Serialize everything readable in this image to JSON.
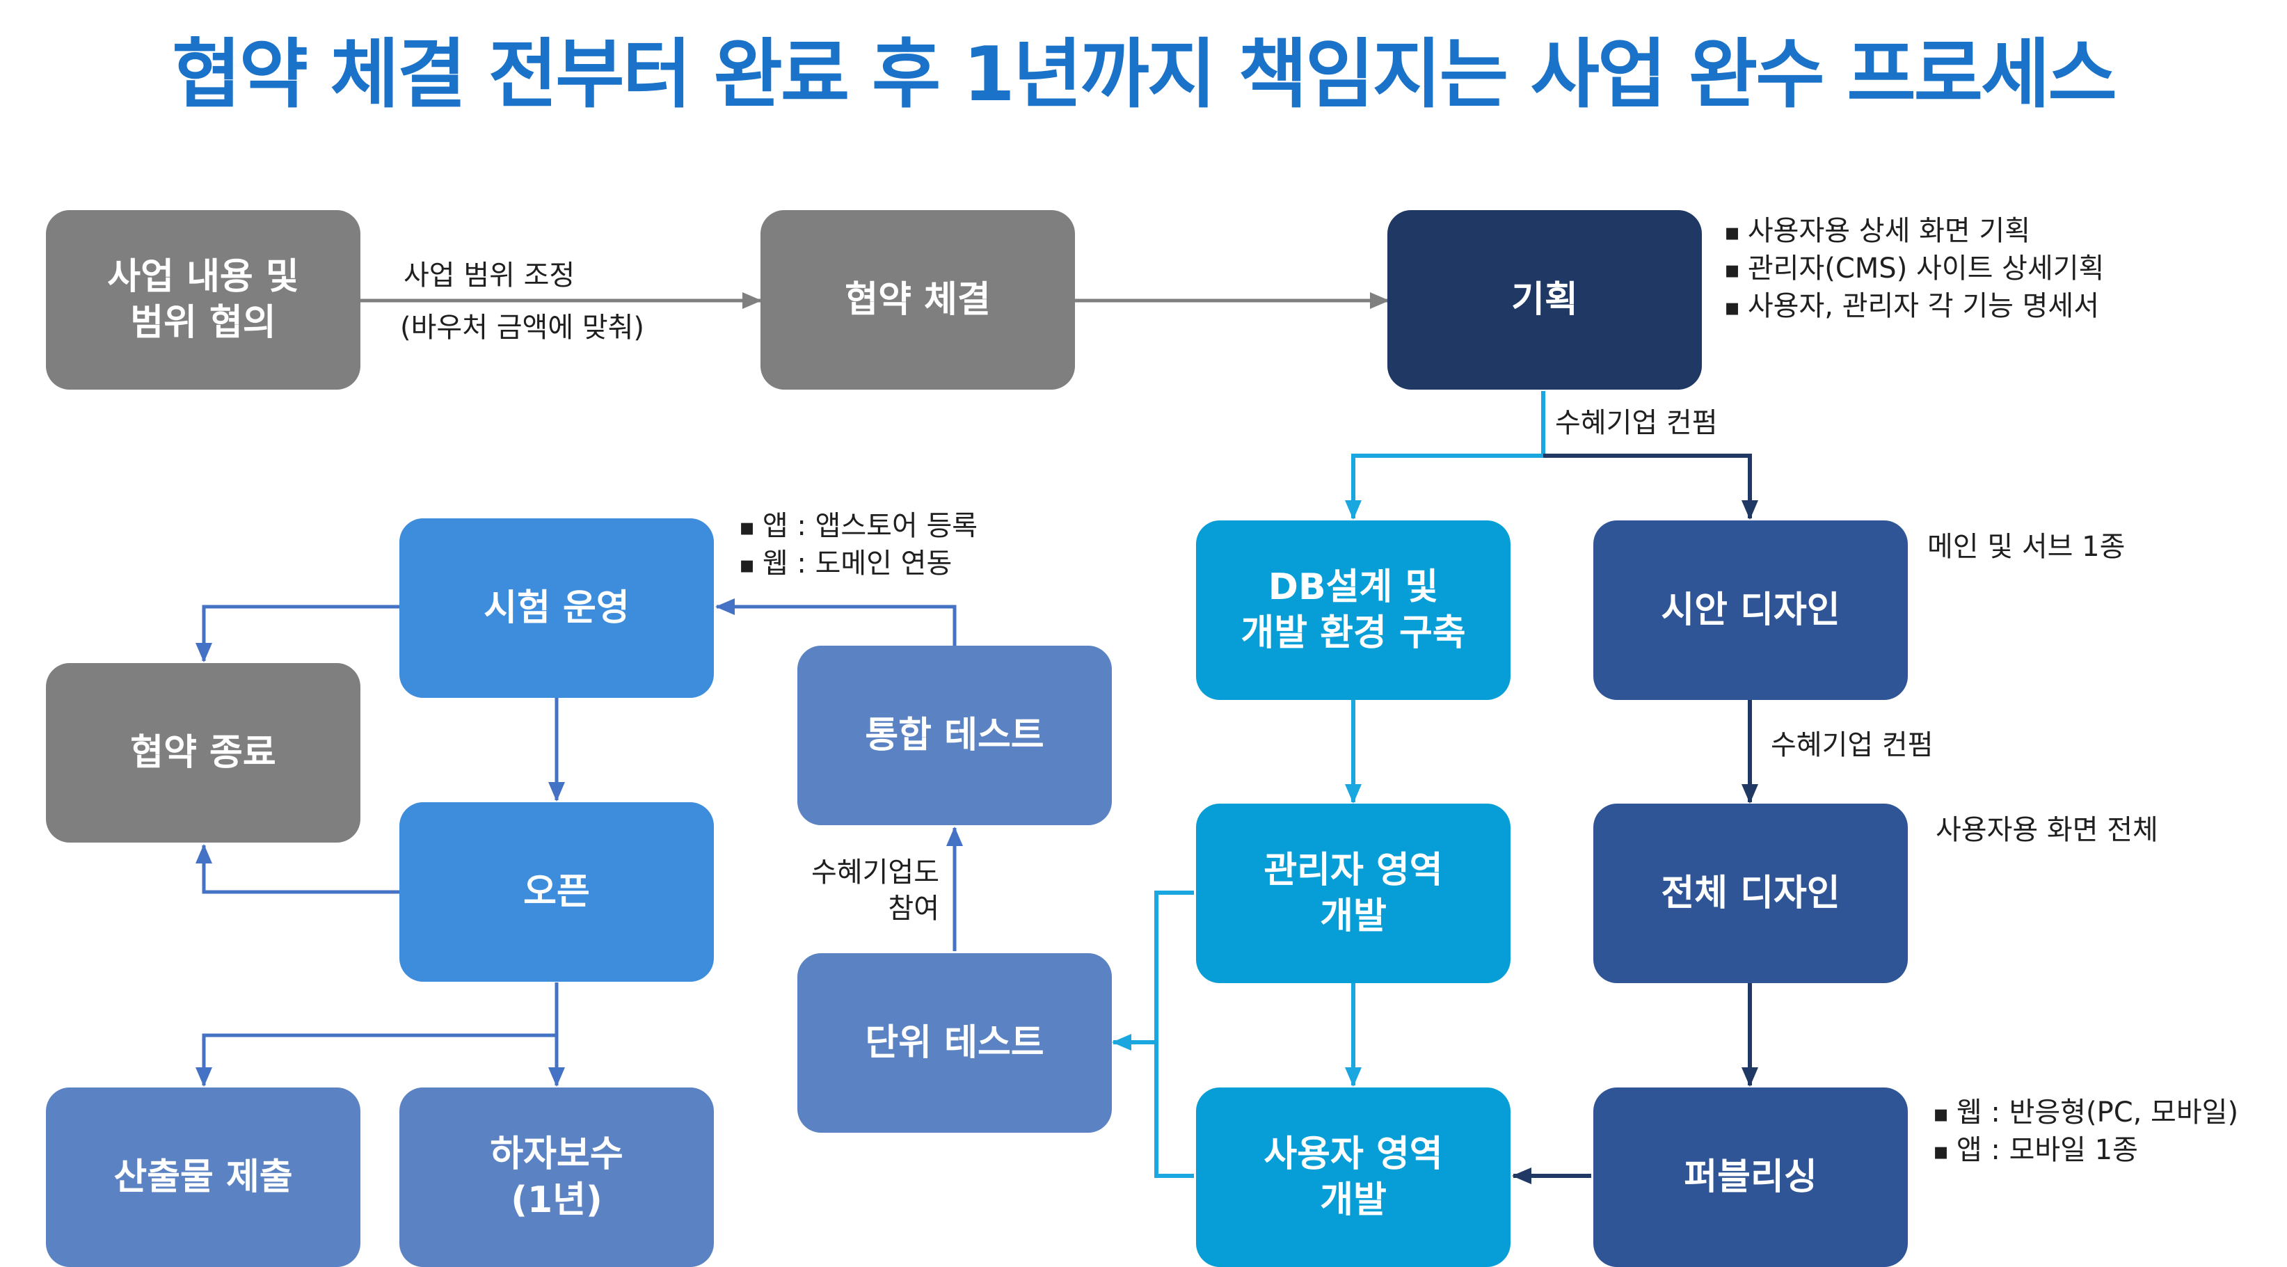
{
  "title": "협약 체결 전부터 완료 후 1년까지 책임지는 사업 완수 프로세스",
  "colors": {
    "title": "#1a73c8",
    "gray": "#7f7f7f",
    "navy": "#203864",
    "dark_blue": "#2f5597",
    "cyan": "#079ed8",
    "mid_blue": "#3e8ddc",
    "slate_blue": "#5b82c2",
    "line_gray": "#7f7f7f",
    "line_cyan": "#1aa7e0",
    "line_navy": "#203864",
    "line_blue": "#4472c4"
  },
  "nodes": {
    "scope": "사업 내용 및\n범위 협의",
    "contract": "협약 체결",
    "planning": "기획",
    "db_setup": "DB설계 및\n개발 환경 구축",
    "draft_design": "시안 디자인",
    "admin_dev": "관리자 영역\n개발",
    "full_design": "전체 디자인",
    "user_dev": "사용자 영역\n개발",
    "publishing": "퍼블리싱",
    "unit_test": "단위 테스트",
    "integration_test": "통합 테스트",
    "trial_run": "시험 운영",
    "open": "오픈",
    "contract_end": "협약 종료",
    "deliverables": "산출물 제출",
    "warranty": "하자보수\n(1년)"
  },
  "labels": {
    "scope_adjust": "사업 범위 조정",
    "voucher_note": "(바우처 금액에 맞춰)",
    "confirm_1": "수혜기업 컨펌",
    "confirm_2": "수혜기업 컨펌",
    "participation": "수혜기업도\n참여",
    "draft_note": "메인 및 서브 1종",
    "full_note": "사용자용 화면 전체"
  },
  "notes": {
    "planning": [
      "사용자용 상세 화면 기획",
      "관리자(CMS) 사이트 상세기획",
      "사용자, 관리자 각 기능 명세서"
    ],
    "trial": [
      "앱 : 앱스토어 등록",
      "웹 : 도메인 연동"
    ],
    "publishing": [
      "웹 : 반응형(PC, 모바일)",
      "앱 : 모바일 1종"
    ]
  }
}
